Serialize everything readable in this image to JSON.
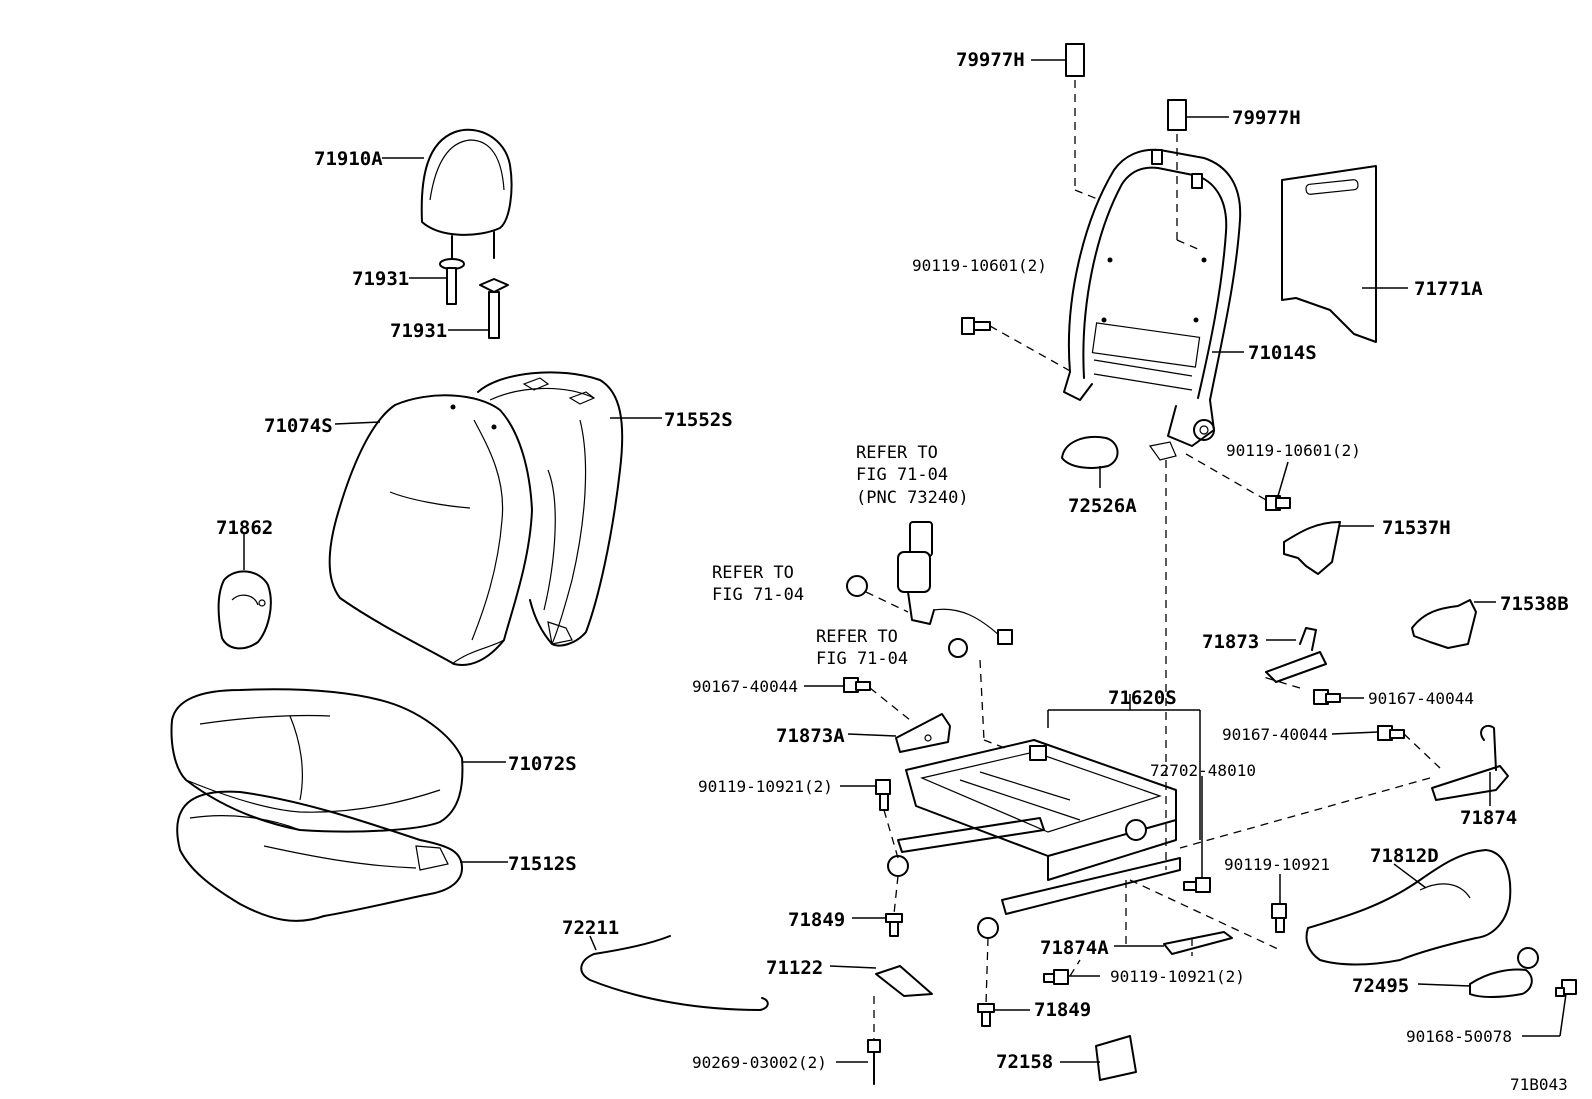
{
  "labels": {
    "l79977h_a": "79977H",
    "l79977h_b": "79977H",
    "l71910a": "71910A",
    "l71931_a": "71931",
    "l71931_b": "71931",
    "l71771a": "71771A",
    "l90119_10601_a": "90119-10601(2)",
    "l71014s": "71014S",
    "l71074s": "71074S",
    "l71552s": "71552S",
    "l90119_10601_b": "90119-10601(2)",
    "l72526a": "72526A",
    "l71862": "71862",
    "l71537h": "71537H",
    "l71538b": "71538B",
    "l71873": "71873",
    "l90167_40044_a": "90167-40044",
    "l90167_40044_b": "90167-40044",
    "l71620s": "71620S",
    "l71873a": "71873A",
    "l71072s": "71072S",
    "l90167_40044_c": "90167-40044",
    "l72702_48010": "72702-48010",
    "l90119_10921_a": "90119-10921(2)",
    "l71874": "71874",
    "l71512s": "71512S",
    "l90119_10921_b": "90119-10921",
    "l71812d": "71812D",
    "l72211": "72211",
    "l71849_a": "71849",
    "l71874a": "71874A",
    "l71122": "71122",
    "l90119_10921_c": "90119-10921(2)",
    "l72495": "72495",
    "l71849_b": "71849",
    "l90168_50078": "90168-50078",
    "l90269_03002": "90269-03002(2)",
    "l72158": "72158",
    "code": "71B043"
  },
  "refs": {
    "ref1_line1": "REFER TO",
    "ref1_line2": "FIG 71-04",
    "ref1_line3": "(PNC 73240)",
    "ref2_line1": "REFER TO",
    "ref2_line2": "FIG 71-04",
    "ref3_line1": "REFER TO",
    "ref3_line2": "FIG 71-04"
  }
}
